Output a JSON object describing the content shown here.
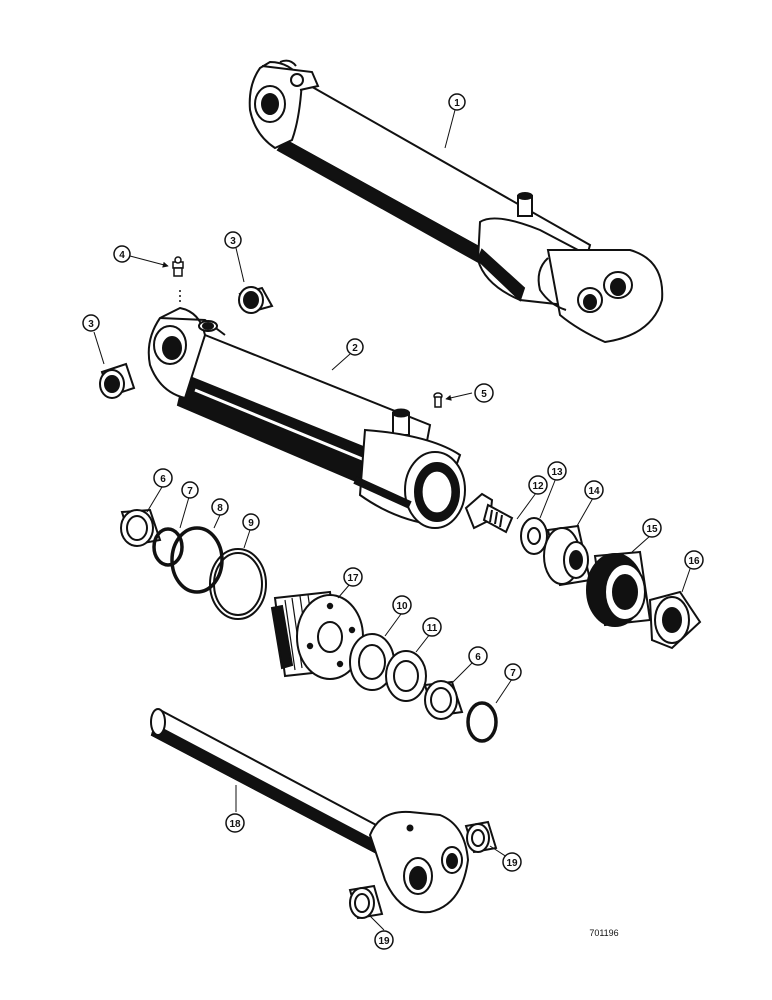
{
  "callouts": {
    "c1": "1",
    "c2": "2",
    "c3a": "3",
    "c3b": "3",
    "c4": "4",
    "c5": "5",
    "c6a": "6",
    "c6b": "6",
    "c7a": "7",
    "c7b": "7",
    "c8": "8",
    "c9": "9",
    "c10": "10",
    "c11": "11",
    "c12": "12",
    "c13": "13",
    "c14": "14",
    "c15": "15",
    "c16": "16",
    "c17": "17",
    "c18": "18",
    "c19a": "19",
    "c19b": "19"
  },
  "figure_ref": "701196"
}
